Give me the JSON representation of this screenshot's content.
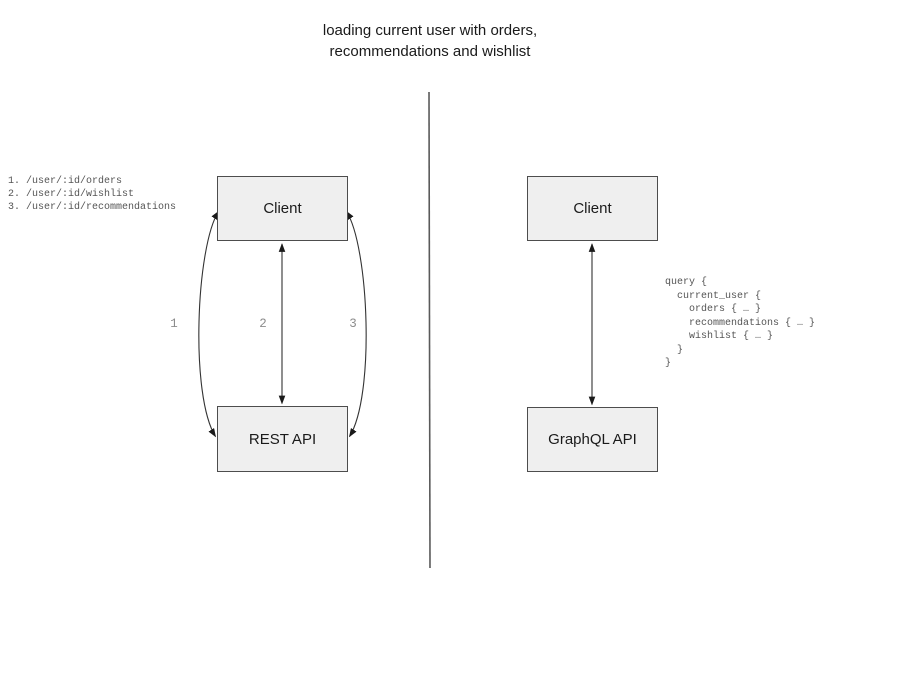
{
  "title": {
    "text": "loading current user with orders,\nrecommendations and wishlist"
  },
  "left_panel": {
    "client_label": "Client",
    "api_label": "REST API",
    "endpoints": [
      "1. /user/:id/orders",
      "2. /user/:id/wishlist",
      "3. /user/:id/recommendations"
    ],
    "arrow_labels": [
      "1",
      "2",
      "3"
    ]
  },
  "right_panel": {
    "client_label": "Client",
    "api_label": "GraphQL API",
    "query_lines": [
      "query {",
      "  current_user {",
      "    orders { … }",
      "    recommendations { … }",
      "    wishlist { … }",
      "  }",
      "}"
    ]
  },
  "colors": {
    "box_fill": "#efefef",
    "box_border": "#4d4d4d",
    "arrow": "#333333",
    "divider": "#5a5a5a",
    "code_text": "#555555",
    "arrow_label_text": "#8c8c8c",
    "title_text": "#1a1a1a"
  }
}
